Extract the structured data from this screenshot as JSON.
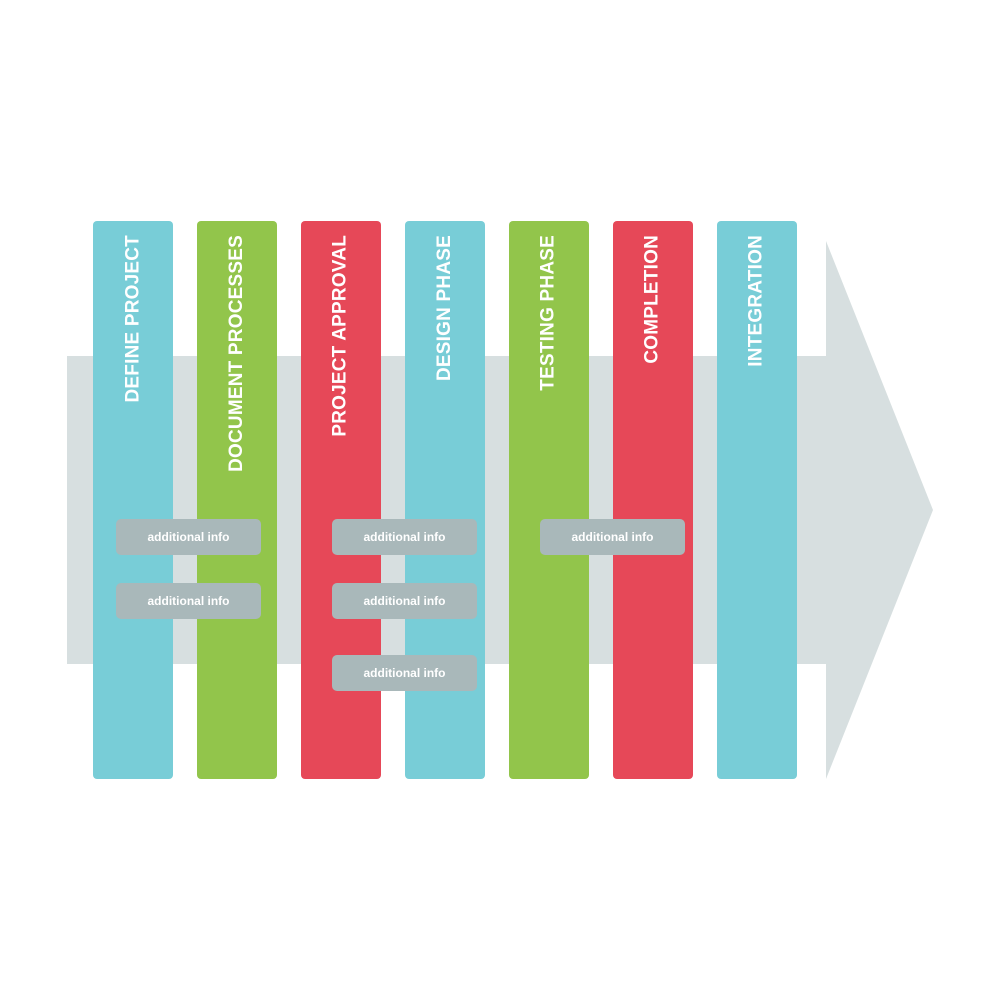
{
  "colors": {
    "background": "#ffffff",
    "arrow": "#d7dfe0",
    "teal": "#78cdd7",
    "green": "#92c54b",
    "red": "#e64858",
    "info_box": "#a9b8ba",
    "text": "#ffffff"
  },
  "columns": [
    {
      "label": "DEFINE PROJECT",
      "color": "#78cdd7"
    },
    {
      "label": "DOCUMENT PROCESSES",
      "color": "#92c54b"
    },
    {
      "label": "PROJECT APPROVAL",
      "color": "#e64858"
    },
    {
      "label": "DESIGN PHASE",
      "color": "#78cdd7"
    },
    {
      "label": "TESTING PHASE",
      "color": "#92c54b"
    },
    {
      "label": "COMPLETION",
      "color": "#e64858"
    },
    {
      "label": "INTEGRATION",
      "color": "#78cdd7"
    }
  ],
  "info_boxes": [
    {
      "text": "additional info"
    },
    {
      "text": "additional info"
    },
    {
      "text": "additional info"
    },
    {
      "text": "additional info"
    },
    {
      "text": "additional info"
    },
    {
      "text": "additional info"
    }
  ]
}
